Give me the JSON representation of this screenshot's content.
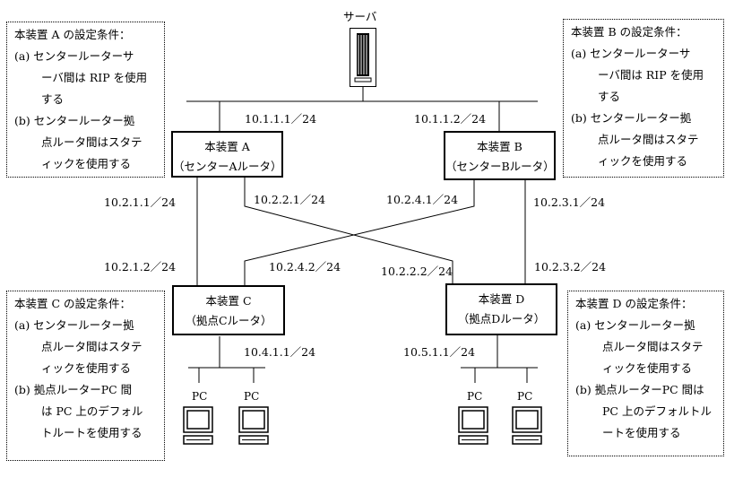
{
  "server": {
    "label": "サーバ"
  },
  "devices": {
    "a": {
      "name": "本装置 A",
      "role": "（センターAルータ）"
    },
    "b": {
      "name": "本装置 B",
      "role": "（センターBルータ）"
    },
    "c": {
      "name": "本装置 C",
      "role": "（拠点Cルータ）"
    },
    "d": {
      "name": "本装置 D",
      "role": "（拠点Dルータ）"
    }
  },
  "addresses": {
    "a_top": "10.1.1.1／24",
    "b_top": "10.1.1.2／24",
    "a_down_left": "10.2.1.1／24",
    "a_down_cross": "10.2.2.1／24",
    "b_down_cross": "10.2.4.1／24",
    "b_down_right": "10.2.3.1／24",
    "c_up_left": "10.2.1.2／24",
    "c_up_cross": "10.2.4.2／24",
    "d_up_cross": "10.2.2.2／24",
    "d_up_right": "10.2.3.2／24",
    "c_lan": "10.4.1.1／24",
    "d_lan": "10.5.1.1／24"
  },
  "pc_label": "PC",
  "conditions": {
    "a": {
      "title": "本装置 A の設定条件：",
      "lines": [
        "(a) センタールーターサ",
        "ーバ間は RIP を使用",
        "する",
        "(b) センタールーター拠",
        "点ルータ間はスタテ",
        "ィックを使用する"
      ]
    },
    "b": {
      "title": "本装置 B の設定条件：",
      "lines": [
        "(a) センタールーターサ",
        "ーバ間は RIP を使用",
        "する",
        "(b) センタールーター拠",
        "点ルータ間はスタテ",
        "ィックを使用する"
      ]
    },
    "c": {
      "title": "本装置 C の設定条件：",
      "lines": [
        "(a) センタールーター拠",
        "点ルータ間はスタテ",
        "ィックを使用する",
        "(b) 拠点ルーターPC 間",
        "は PC 上のデフォル",
        "トルートを使用する"
      ]
    },
    "d": {
      "title": "本装置 D の設定条件：",
      "lines": [
        "(a) センタールーター拠",
        "点ルータ間はスタテ",
        "ィックを使用する",
        "(b) 拠点ルーターPC 間は",
        "PC 上のデフォルトル",
        "ートを使用する"
      ]
    }
  }
}
